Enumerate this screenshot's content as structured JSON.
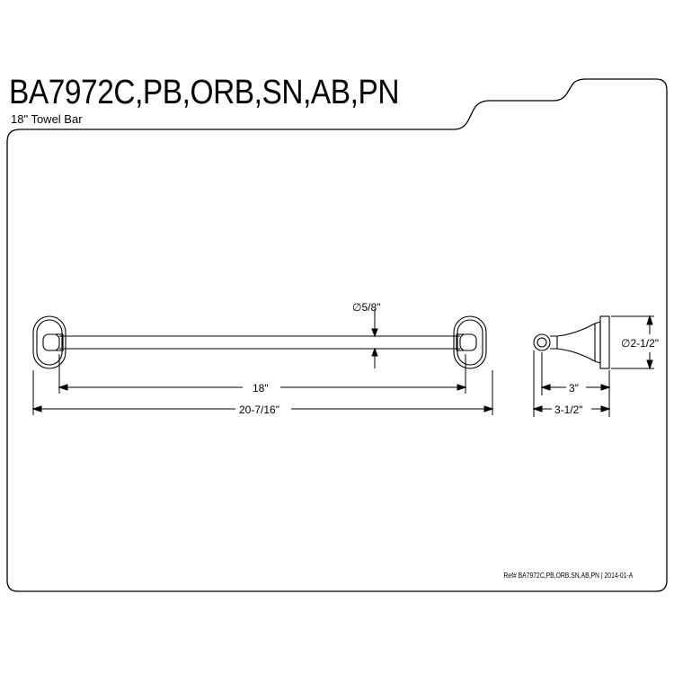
{
  "header": {
    "title": "BA7972C,PB,ORB,SN,AB,PN",
    "subtitle": "18\" Towel Bar"
  },
  "dimensions": {
    "bar_diameter": "∅5/8\"",
    "bar_length": "18\"",
    "overall_length": "20-7/16\"",
    "flange_diameter": "∅2-1/2\"",
    "projection": "3\"",
    "total_projection": "3-1/2\""
  },
  "footer": {
    "reference": "Ref# BA7972C,PB,ORB,SN,AB,PN | 2014-01-A"
  }
}
